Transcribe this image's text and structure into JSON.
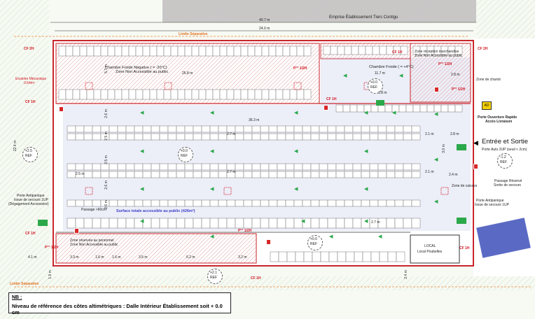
{
  "header": {
    "emprise": "Emprise Établissement Tiers Contigu",
    "width_top": "40.7 m",
    "width_inner": "24.0 m",
    "limite_top": "Limite Séparative",
    "limite_bottom": "Limite Séparative"
  },
  "zones": {
    "chambre_negative": "Chambre Froide Négative ( = -20°C)",
    "zone_non_access": "Zone Non Accessible au public",
    "chambre_positive": "Chambre Froide ( = +4°C)",
    "reception": "Zone réception marchandise",
    "reception_sub": "Zone Non Accessible au public",
    "zone_chariot": "Zone de chariot",
    "zone_caisses": "Zone de caisses",
    "zone_personnel": "Zone réservée au personnel",
    "zone_personnel_sub": "Zone Non Accessible au public",
    "surface": "Surface totale accessible au public (426m²)",
    "local_poubelles": "Local Poubelles",
    "passage": "Passage >60cm"
  },
  "labels": {
    "cf2h_a": "CF 2H",
    "cf1h_a": "CF 1H",
    "cf1h_b": "CF 1H",
    "cf1h_c": "CF 1H",
    "cf2h_b": "CF 2H",
    "cf1h_d": "CF 1H",
    "cf1h_e": "CF 1H",
    "cf1h_f": "CF 1H",
    "exutoire": "Exutoire Mécanique",
    "exutoire_area": "0.64m²",
    "porte_rapide": "Porte Ouverture Rapide",
    "acces_livraison": "Accès Livraison",
    "entree": "Entrée et Sortie",
    "porte_auto": "Porte Auto 2UP (seuil < 2cm)",
    "passage_reserve": "Passage Réservé",
    "sortie_secours": "Sortie de secours",
    "porte_anti_right": "Porte Antipanique",
    "issue_right": "Issue de secours 1UP",
    "porte_anti_left": "Porte Antipanique",
    "issue_left": "Issue de secours 1UP",
    "degagement": "(Dégagement Accessoire)",
    "local": "LOCAL",
    "ref_left_val": "+2.5",
    "ref_left": "REF",
    "ref_center_val": "+0.0",
    "ref_center": "REF",
    "ref_top_val": "+0.0",
    "ref_top": "REF",
    "ref_bottom_val": "+0.0",
    "ref_bottom": "REF",
    "ref_ext_val": "+2.1",
    "ref_ext": "REF",
    "ref_right_val": "-1.2",
    "ref_right": "REF"
  },
  "dimensions": {
    "d_25_8": "25.8 m",
    "d_36_3": "36.3 m",
    "d_11_7": "11.7 m",
    "d_22_4": "22.4 m",
    "d_5_7": "5.7 m",
    "d_2_6a": "2.6 m",
    "d_2_5a": "2.5 m",
    "d_2_5b": "2.5 m",
    "d_2_5c": "2.5 m",
    "d_2_6b": "2.6 m",
    "d_2_6c": "2.6 m",
    "d_2_7a": "2.7 m",
    "d_2_7b": "2.7 m",
    "d_2_7c": "2.7 m",
    "d_2_1a": "2.1 m",
    "d_2_1b": "2.1 m",
    "d_2_8a": "2.8 m",
    "d_2_8b": "2.8 m",
    "d_2_4": "2.4 m",
    "d_3_0": "3.0 m",
    "d_1_8": "1.8 m",
    "d_3_3": "3.3 m",
    "d_1_6a": "1.6 m",
    "d_1_6b": "1.6 m",
    "d_3_5": "3.5 m",
    "d_6_2": "6.2 m",
    "d_3_2": "3.2 m",
    "d_4_1": "4.1 m",
    "d_1_9": "1.9 m",
    "d_2_4b": "2.4 m"
  },
  "pct": {
    "p1": "P°° 1/2H",
    "p2": "P°° 1/2H",
    "p3": "P°° 1/2H",
    "p4": "P°° 1/2H",
    "p5": "P°° 1/2H"
  },
  "nb": {
    "title": "NB :",
    "text": "Niveau de référence des côtes altimétriques : Dalle Intérieur Établissement soit + 0.0 cm"
  },
  "colors": {
    "wall": "#c9262c",
    "hatch": "#e8a8a8",
    "floor": "#eceef8",
    "arrow": "#2aa84a",
    "green_field": "#dfe9d6"
  }
}
